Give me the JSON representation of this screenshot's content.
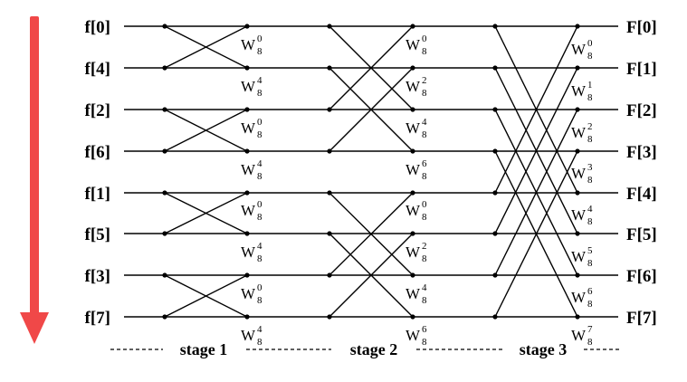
{
  "inputs": [
    "f[0]",
    "f[4]",
    "f[2]",
    "f[6]",
    "f[1]",
    "f[5]",
    "f[3]",
    "f[7]"
  ],
  "outputs": [
    "F[0]",
    "F[1]",
    "F[2]",
    "F[3]",
    "F[4]",
    "F[5]",
    "F[6]",
    "F[7]"
  ],
  "twiddle_base": "W",
  "twiddle_subscript": "8",
  "stages": [
    {
      "label": "stage 1",
      "twiddles": [
        "0",
        "4",
        "0",
        "4",
        "0",
        "4",
        "0",
        "4"
      ]
    },
    {
      "label": "stage 2",
      "twiddles": [
        "0",
        "2",
        "4",
        "6",
        "0",
        "2",
        "4",
        "6"
      ]
    },
    {
      "label": "stage 3",
      "twiddles": [
        "0",
        "1",
        "2",
        "3",
        "4",
        "5",
        "6",
        "7"
      ]
    }
  ],
  "colors": {
    "arrow": "#f04848",
    "lines": "#000000"
  }
}
